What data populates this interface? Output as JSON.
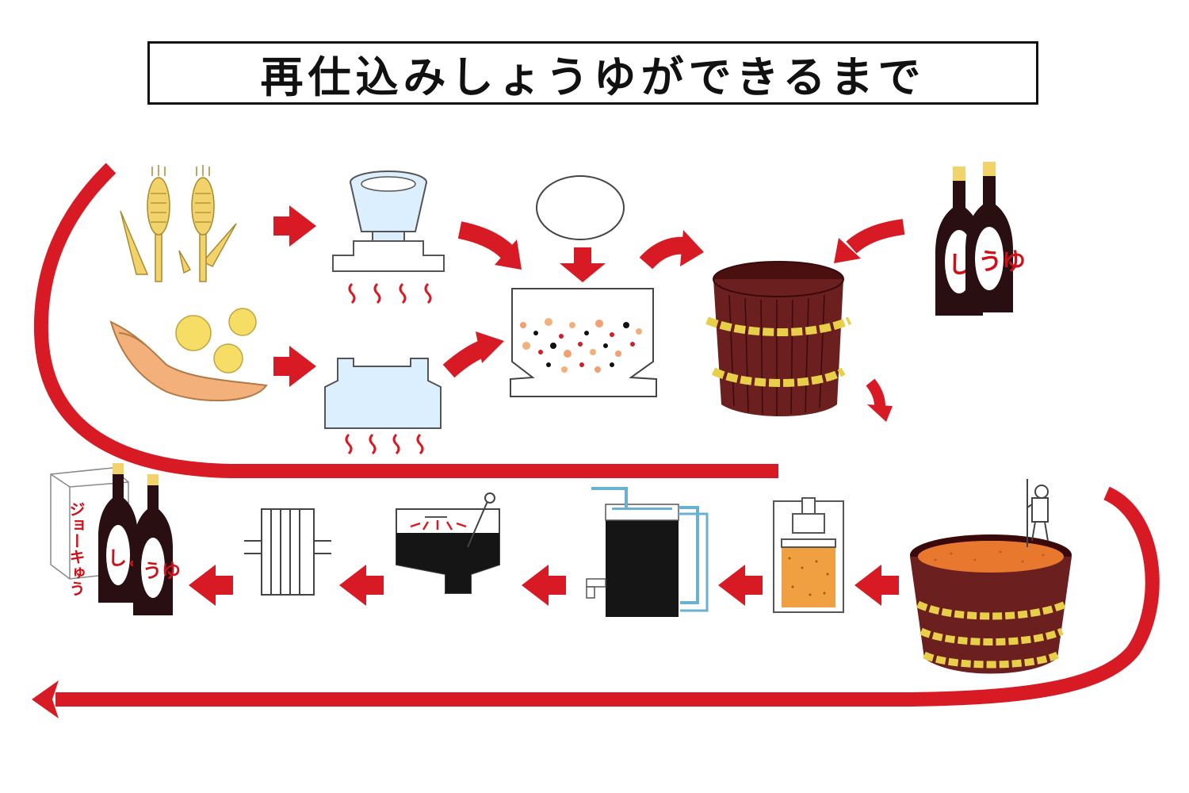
{
  "title": "再仕込みしょうゆができるまで",
  "bottle_label_a": "しょ",
  "bottle_label_b": "うゆ",
  "box_label": "ジョーキゅう",
  "colors": {
    "arrow": "#d81a24",
    "wheat": "#f2d36b",
    "soybean": "#f3b07a",
    "ball": "#f6dd66",
    "machine": "#dcefff",
    "barrel": "#6b1f1f",
    "rope": "#e8cf4a",
    "moromi": "#e8782e",
    "bottle": "#2a0f12",
    "tank": "#151515"
  },
  "icons": [
    "wheat-icon",
    "soybean-icon",
    "roaster-icon",
    "steamer-icon",
    "koji-ball-icon",
    "koji-vessel-icon",
    "barrel-icon",
    "soy-sauce-bottles-icon",
    "moromi-tub-icon",
    "press-icon",
    "settling-tank-icon",
    "heating-tank-icon",
    "filter-icon",
    "packaged-product-icon"
  ]
}
